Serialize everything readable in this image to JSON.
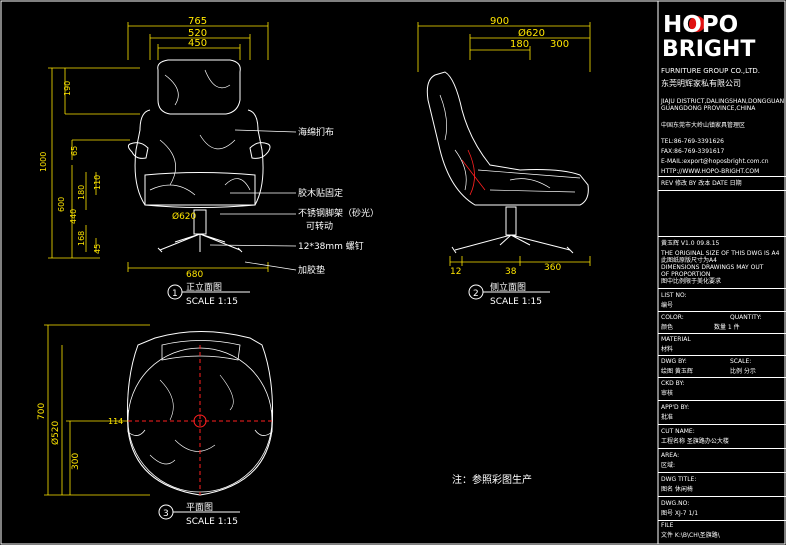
{
  "brand": {
    "logo_line1": "HOPO",
    "logo_line2": "BRIGHT",
    "group": "FURNITURE GROUP CO.,LTD.",
    "company_cn": "东莞明辉家私有限公司",
    "address_en_1": "JIAJU DISTRICT,DALINGSHAN,DONGGUAN",
    "address_en_2": "GUANGDONG PROVINCE,CHINA",
    "address_cn": "中国东莞市大岭山镇家具管理区",
    "tel": "TEL:86-769-3391626",
    "fax": "FAX:86-769-3391617",
    "email": "E-MAIL:export@hoposbright.com.cn",
    "web": "HTTP://WWW.HOPO-BRIGHT.COM"
  },
  "title_block": {
    "rev_header": "REV  修改   BY 改本   DATE 日期",
    "designer_line": "黄玉辉    V1.0    09.8.15",
    "note_1": "THE ORIGINAL SIZE OF THIS DWG IS A4",
    "note_1_cn": "此图纸原版尺寸为A4",
    "note_2": "DIMENSIONS DRAWINGS MAY OUT",
    "note_3": "OF PROPORTION",
    "note_3_cn": "图中比例限于美化要求",
    "list_label": "LIST NO:",
    "list_value": "编号",
    "color_label": "COLOR:",
    "color_value": "颜色",
    "quantity_label": "QUANTITY:",
    "quantity_value": "数量  1 件",
    "material_label": "MATERIAL",
    "material_value": "材料",
    "dwg_by_label": "DWG  BY:",
    "dwg_by_value": "绘图   黄玉辉",
    "scale_label": "SCALE:",
    "scale_value": "比例  分示",
    "ckd_label": "CKD BY:",
    "ckd_value": "审核",
    "appd_label": "APP'D BY:",
    "appd_value": "批准",
    "cut_label": "CUT NAME:",
    "cut_value": "工程名称    圣旗路办公大楼",
    "area_label": "AREA:",
    "area_value": "区域:",
    "title_label": "DWG TITLE:",
    "title_value": "图名      休闲椅",
    "dwg_no_label": "DWG.NO:",
    "dwg_no_value": "图号       XJ-7       1/1",
    "file_label": "FILE",
    "file_value": "文件     K:\\B\\CH\\圣旗路\\"
  },
  "views": {
    "front": {
      "number": "1",
      "title": "正立面图",
      "scale": "SCALE 1:15"
    },
    "side": {
      "number": "2",
      "title": "侧立面图",
      "scale": "SCALE 1:15"
    },
    "plan": {
      "number": "3",
      "title": "平面图",
      "scale": "SCALE 1:15"
    }
  },
  "dimensions": {
    "front_top": [
      "765",
      "520",
      "450"
    ],
    "front_left": [
      "190",
      "1000",
      "65",
      "600",
      "180",
      "110",
      "440",
      "168",
      "45"
    ],
    "front_bottom": "680",
    "front_dia": "Ø620",
    "side_top": [
      "900",
      "Ø620",
      "180",
      "300"
    ],
    "side_bottom": [
      "12",
      "38",
      "360"
    ],
    "plan_left": [
      "700",
      "Ø520",
      "300"
    ],
    "plan_side": "114"
  },
  "callouts": {
    "fabric": "海绵扪布",
    "wood_base": "胶木贴固定",
    "steel_frame": "不锈钢脚架（砂光）",
    "swivel": "可转动",
    "bolt": "12*38mm 螺钉",
    "glide": "加胶垫"
  },
  "footnote": "注：参照彩图生产",
  "colors": {
    "dim": "#ffe600",
    "line": "#ffffff",
    "center": "#ff2020",
    "bg": "#000000",
    "logo_dot": "#e01010"
  }
}
